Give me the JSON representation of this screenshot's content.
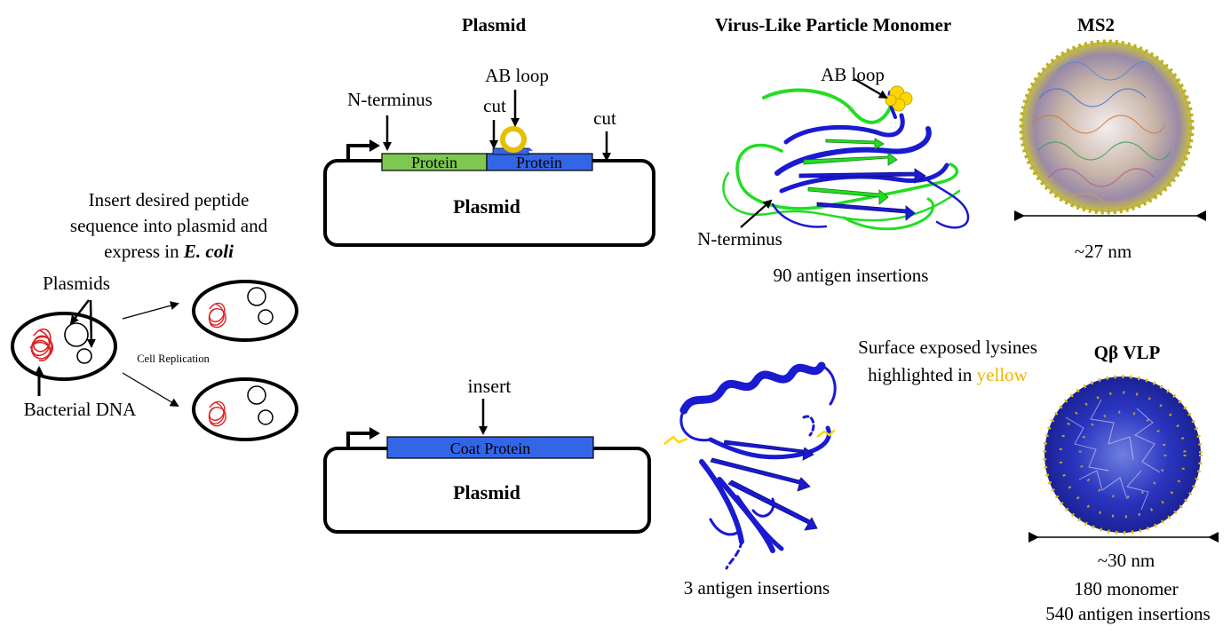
{
  "headers": {
    "plasmid": "Plasmid",
    "vlp_monomer": "Virus-Like Particle Monomer",
    "ms2": "MS2",
    "qbeta": "Qβ VLP"
  },
  "left": {
    "caption_line1": "Insert desired peptide",
    "caption_line2": "sequence into plasmid and",
    "caption_line3_prefix": "express in ",
    "caption_line3_organism": "E. coli",
    "plasmids_label": "Plasmids",
    "cell_replication": "Cell Replication",
    "bacterial_dna": "Bacterial DNA"
  },
  "top_plasmid": {
    "n_terminus": "N-terminus",
    "ab_loop": "AB loop",
    "cut_left": "cut",
    "cut_right": "cut",
    "protein_left": "Protein",
    "protein_right": "Protein",
    "plasmid_label": "Plasmid"
  },
  "bottom_plasmid": {
    "insert": "insert",
    "coat_protein": "Coat Protein",
    "plasmid_label": "Plasmid"
  },
  "ms2_monomer": {
    "ab_loop": "AB loop",
    "n_terminus": "N-terminus",
    "insertions": "90 antigen insertions"
  },
  "qbeta_monomer": {
    "insertions": "3 antigen insertions"
  },
  "ms2_particle": {
    "size": "~27 nm"
  },
  "qbeta_particle": {
    "lysines_line1": "Surface exposed lysines",
    "lysines_line2_prefix": "highlighted in ",
    "lysines_line2_color_word": "yellow",
    "size": "~30 nm",
    "monomer_count": "180 monomer",
    "insertions": "540 antigen insertions"
  },
  "colors": {
    "green_protein": "#7ec850",
    "blue_protein": "#3366e6",
    "dark_blue": "#1a1ad1",
    "ribbon_green": "#22dd22",
    "yellow": "#ffd700",
    "yellow_text": "#f0b400",
    "dna_red": "#e02020"
  }
}
